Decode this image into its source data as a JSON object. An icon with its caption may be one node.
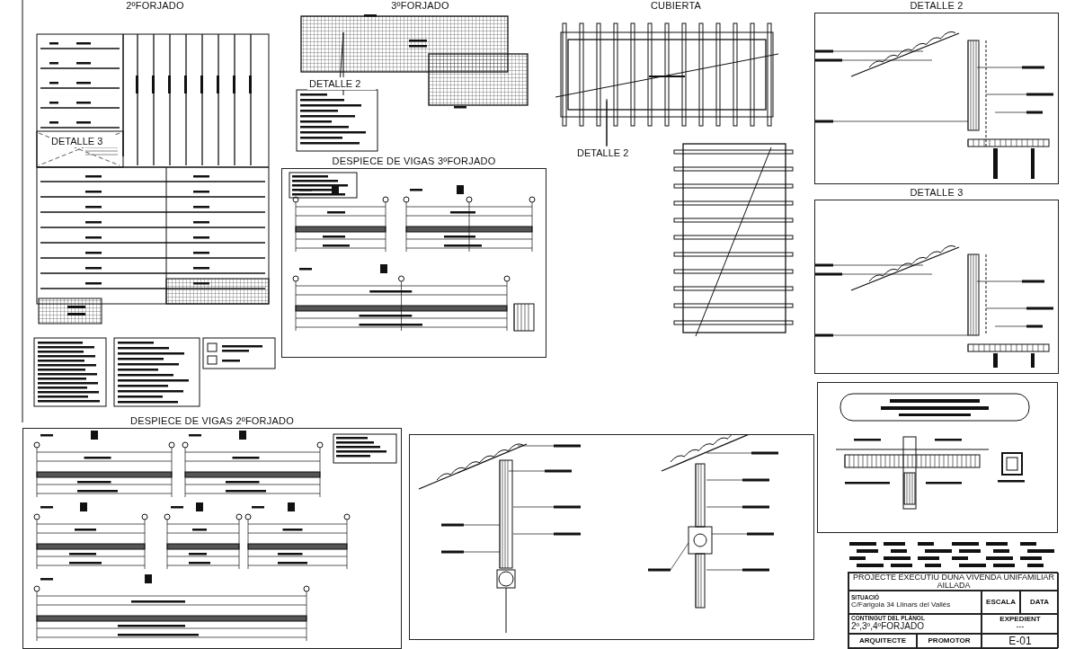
{
  "diagram": {
    "nodes": [
      {
        "text": [
          "2ºFORJADO"
        ]
      },
      {
        "text": [
          "3ºFORJADO"
        ]
      },
      {
        "text": [
          "DETALLE 2"
        ],
        "in": 1
      },
      {
        "text": [
          "CUBIERTA"
        ]
      },
      {
        "text": [
          "DETALLE 2"
        ],
        "in": 3
      },
      {
        "text": [
          "DETALLE 2"
        ]
      },
      {
        "text": [
          "DESPIECE DE VIGAS 3ºFORJADO"
        ]
      },
      {
        "text": [
          "DETALLE 3"
        ]
      },
      {
        "text": [
          "DESPIECE DE VIGAS 2ºFORJADO"
        ]
      },
      {
        "text": [],
        "shape": "box"
      },
      {
        "text": [],
        "shape": "box"
      },
      {
        "text": [
          "DETALLE 3"
        ],
        "in": 0
      }
    ],
    "edges": [
      {
        "from": 2,
        "to": null,
        "arrow": "none"
      },
      {
        "from": 4,
        "to": null,
        "arrow": "none"
      }
    ],
    "labels": [
      "PROJECTE EXECUTIU DUNA VIVENDA UNIFAMILIAR AILLADA",
      "SITUACIÓ",
      "C/Farigola 34 Llinars del Vallès",
      "ESCALA",
      "DATA",
      "CONTINGUT DEL PLÀNOL",
      "2º,3º,4ºFORJADO",
      "EXPEDIENT",
      "---",
      "ARQUITECTE",
      "PROMOTOR",
      "E-01"
    ]
  }
}
